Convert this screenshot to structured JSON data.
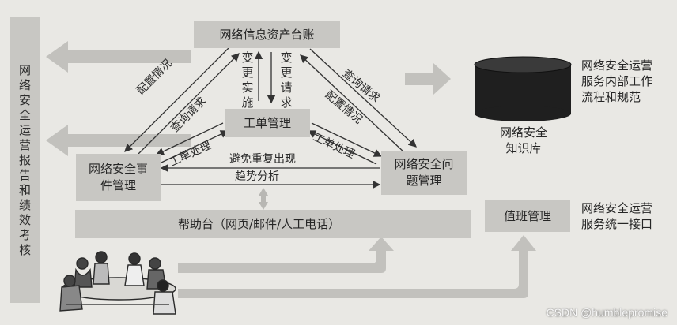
{
  "left_bar": {
    "text": "网络安全运营报告和绩效考核"
  },
  "boxes": {
    "ledger": "网络信息资产台账",
    "ticket_mgmt": "工单管理",
    "event_mgmt": "网络安全事件管理",
    "problem_mgmt": "网络安全问题管理",
    "helpdesk": "帮助台（网页/邮件/人工电话）",
    "duty_mgmt": "值班管理"
  },
  "knowledge_base": {
    "label": "网络安全知识库"
  },
  "notes": {
    "workflow": "网络安全运营服务内部工作流程和规范",
    "unified_interface": "网络安全运营服务统一接口"
  },
  "arrow_labels": {
    "change_impl": "变更实施",
    "change_request": "变更请求",
    "config_left": "配置情况",
    "query_left": "查询请求",
    "ticket_left": "工单处理",
    "query_right": "查询请求",
    "config_right": "配置情况",
    "ticket_right": "工单处理",
    "avoid_dup": "避免重复出现",
    "trend": "趋势分析"
  },
  "watermark": "CSDN @humblepromise",
  "colors": {
    "background": "#e9e8e4",
    "box": "#c8c7c3",
    "big_arrow": "#c2c1bd",
    "database": "#1f1f1f",
    "line": "#333333"
  }
}
